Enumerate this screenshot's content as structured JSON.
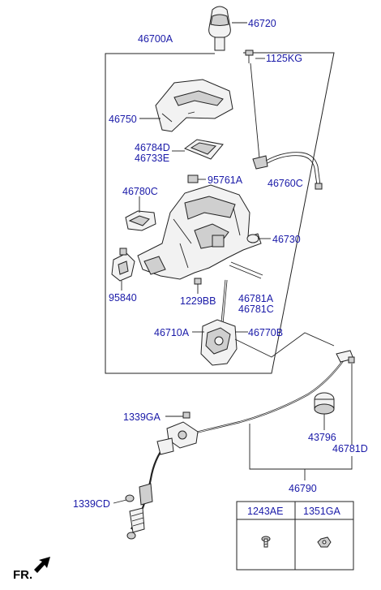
{
  "labels": {
    "p46720": "46720",
    "p46700A": "46700A",
    "p1125KG": "1125KG",
    "p46750": "46750",
    "p46784D": "46784D",
    "p46733E": "46733E",
    "p95761A": "95761A",
    "p46760C": "46760C",
    "p46780C": "46780C",
    "p46730": "46730",
    "p95840": "95840",
    "p1229BB": "1229BB",
    "p46781A": "46781A",
    "p46781C": "46781C",
    "p46710A": "46710A",
    "p46770B": "46770B",
    "p1339GA": "1339GA",
    "p43796": "43796",
    "p46781D": "46781D",
    "p46790": "46790",
    "p1339CD": "1339CD"
  },
  "table": {
    "headers": [
      "1243AE",
      "1351GA"
    ]
  },
  "direction": {
    "label": "FR."
  }
}
